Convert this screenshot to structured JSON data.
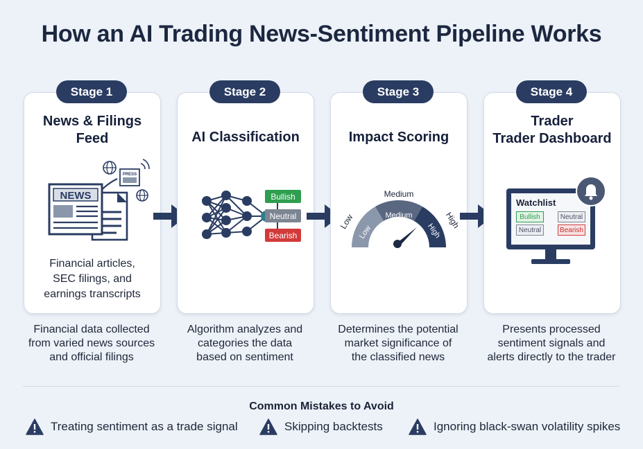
{
  "title": "How an AI Trading News-Sentiment Pipeline Works",
  "stages": [
    {
      "pill": "Stage 1",
      "title_line1": "News & Filings",
      "title_line2": "Feed",
      "icon_news": "NEWS",
      "icon_press": "PRESS",
      "card_text": [
        "Financial articles,",
        "SEC filings, and",
        "earnings transcripts"
      ],
      "description": [
        "Financial data collected",
        "from varied news sources",
        "and official filings"
      ]
    },
    {
      "pill": "Stage 2",
      "title_line1": "AI Classification",
      "labels": [
        "Bullish",
        "Neutral",
        "Bearish"
      ],
      "description": [
        "Algorithm analyzes and",
        "categories the data",
        "based on sentiment"
      ]
    },
    {
      "pill": "Stage 3",
      "title_line1": "Impact Scoring",
      "gauge_outer": [
        "Low",
        "Medium",
        "High"
      ],
      "gauge_inner": [
        "Low",
        "Medium",
        "High"
      ],
      "description": [
        "Determines the potential",
        "market significance of",
        "the classified news"
      ]
    },
    {
      "pill": "Stage 4",
      "title_line1": "Trader",
      "title_line2": "Trader Dashboard",
      "watchlist": "Watchlist",
      "tags": [
        "Bullish",
        "Neutral",
        "Neutral",
        "Bearish"
      ],
      "description": [
        "Presents processed",
        "sentiment signals and",
        "alerts directly to the trader"
      ]
    }
  ],
  "mistakes": {
    "title": "Common Mistakes to Avoid",
    "items": [
      "Treating sentiment as a trade signal",
      "Skipping backtests",
      "Ignoring black-swan volatility spikes"
    ]
  },
  "colors": {
    "navy": "#2a3c62",
    "bullish": "#2e9e4f",
    "neutral": "#7d8593",
    "bearish": "#d23a3a",
    "background": "#edf2f8"
  }
}
